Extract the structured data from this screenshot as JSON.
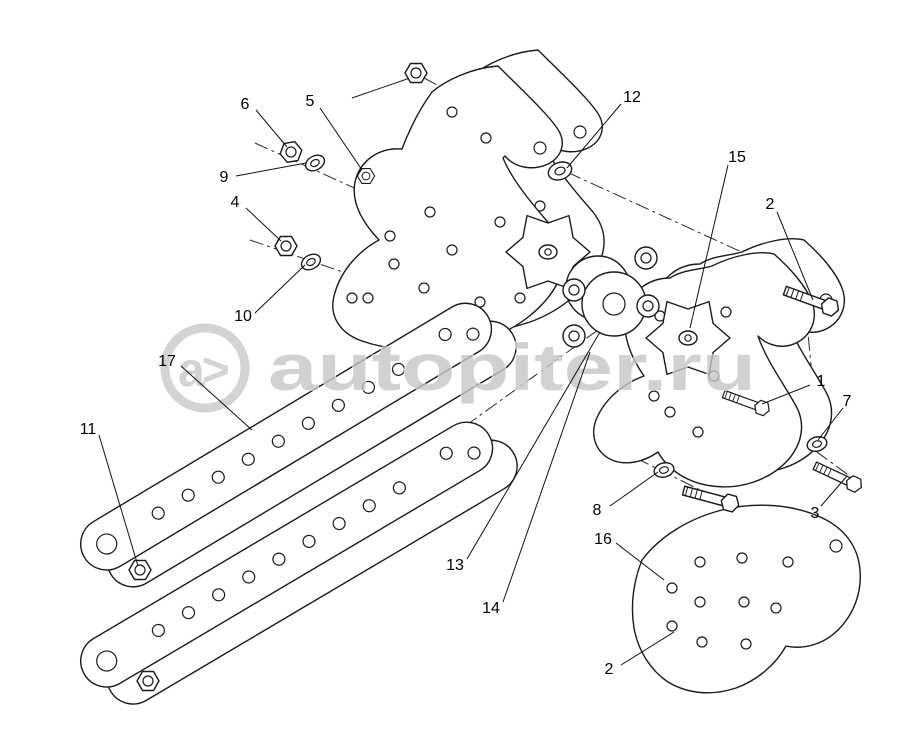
{
  "watermark": {
    "text": "autopiter.ru",
    "logo_text": "a>"
  },
  "callouts": {
    "c1": {
      "label": "1"
    },
    "c2a": {
      "label": "2"
    },
    "c2b": {
      "label": "2"
    },
    "c3": {
      "label": "3"
    },
    "c4": {
      "label": "4"
    },
    "c5": {
      "label": "5"
    },
    "c6": {
      "label": "6"
    },
    "c7": {
      "label": "7"
    },
    "c8": {
      "label": "8"
    },
    "c9": {
      "label": "9"
    },
    "c10": {
      "label": "10"
    },
    "c11": {
      "label": "11"
    },
    "c12": {
      "label": "12"
    },
    "c13": {
      "label": "13"
    },
    "c14": {
      "label": "14"
    },
    "c15": {
      "label": "15"
    },
    "c16": {
      "label": "16"
    },
    "c17": {
      "label": "17"
    }
  }
}
